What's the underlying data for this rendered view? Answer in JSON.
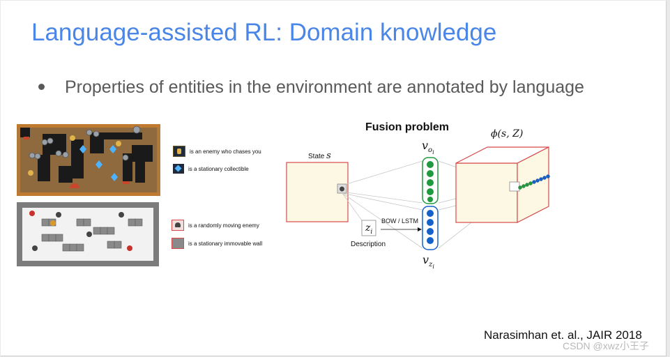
{
  "slide": {
    "title": "Language-assisted RL: Domain knowledge",
    "bullet": "Properties of entities in the environment are annotated by language",
    "citation": "Narasimhan et. al., JAIR 2018",
    "watermark": "CSDN @xwz小王子"
  },
  "legend": {
    "items": [
      {
        "icon": "enemy-chaser-icon",
        "text": "is an enemy who chases you"
      },
      {
        "icon": "collectible-icon",
        "text": "is a stationary collectible"
      },
      {
        "icon": "random-enemy-icon",
        "text": "is a randomly moving enemy"
      },
      {
        "icon": "wall-block-icon",
        "text": "is a stationary immovable wall"
      }
    ]
  },
  "diagram": {
    "title": "Fusion problem",
    "state_label": "State",
    "state_var": "s",
    "v_o": "v",
    "v_o_sub": "o",
    "v_o_subsub": "i",
    "v_z": "v",
    "v_z_sub": "z",
    "v_z_subsub": "i",
    "z_base": "z",
    "z_sub": "i",
    "description": "Description",
    "bow": "BOW / LSTM",
    "phi": "ϕ(s, Z)",
    "colors": {
      "green": "#1f9a3f",
      "blue": "#1560c9",
      "red": "#d64a4a"
    }
  }
}
